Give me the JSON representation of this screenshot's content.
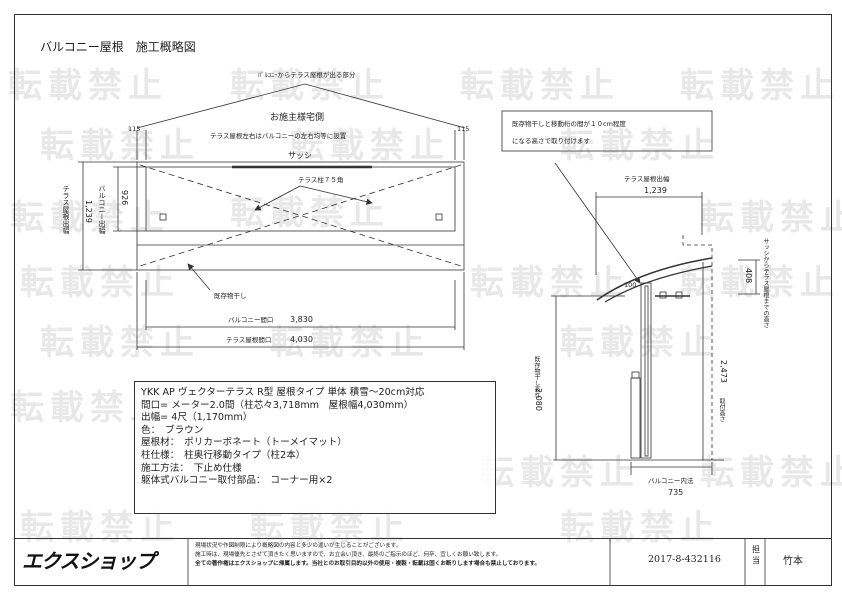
{
  "title": "バルコニー屋根　施工概略図",
  "watermark": "転載禁止",
  "front_view": {
    "note_top": "ﾊﾞﾙｺﾆｰからテラス屋根が出る部分",
    "customer_side": "お施主様宅側",
    "centered_note": "テラス屋根左右はバルコニーの左右均等に設置",
    "sash": "サッシ",
    "column": "テラス柱７５角",
    "existing_dryer": "既存物干し",
    "dim_115_left": "115",
    "dim_115_right": "115",
    "roof_projection_label": "テラス屋根出幅",
    "roof_projection_value": "1,239",
    "balcony_projection_label": "バルコニー出幅",
    "balcony_projection_value": "926",
    "balcony_opening_label": "バルコニー間口",
    "balcony_opening_value": "3,830",
    "roof_opening_label": "テラス屋根間口",
    "roof_opening_value": "4,030"
  },
  "side_view": {
    "note_line1": "既存物干しと移動桁の間が１０cm程度",
    "note_line2": "になる高さで取り付けます",
    "roof_projection_label": "テラス屋根出幅",
    "roof_projection_value": "1,239",
    "gap_100": "100",
    "dim_408": "408",
    "sash_to_roof": "サッシからテラス屋根までの高さ",
    "mount_height_label": "取付高さ",
    "mount_height_value": "2,473",
    "dryer_height_label": "既存物干し高さ",
    "dryer_height_value": "2,080",
    "balcony_inner_label": "バルコニー内法",
    "balcony_inner_value": "735"
  },
  "spec": {
    "line1": "YKK AP ヴェクターテラス R型 屋根タイプ 単体 積雪～20cm対応",
    "line2": "間口= メーター2.0間（柱芯々3,718mm　屋根幅4,030mm）",
    "line3": "出幅= 4尺（1,170mm）",
    "line4": "色：　ブラウン",
    "line5": "屋根材：　ポリカーボネート（トーメイマット）",
    "line6": "柱仕様：　柱奥行移動タイプ（柱2本）",
    "line7": "施工方法：　下止め仕様",
    "line8": "躯体式バルコニー取付部品：　コーナー用×2"
  },
  "footer": {
    "logo": "エクスショップ",
    "note1": "現場状況や作図制限により概略図の内容と多少の違いが生じることがございます。",
    "note2": "施工時は、現場優先とさせて頂きたく思いますので、お立会い頂き、最終のご指示のほど、何卒、宜しくお願い致します。",
    "note3": "全ての著作権はエクスショップに帰属します。当社とのお取引目的以外の使用・複製・転載は固くお断りします場合も禁止しております。",
    "doc_no": "2017-8-432116",
    "tanto": "担当",
    "person": "竹本"
  }
}
